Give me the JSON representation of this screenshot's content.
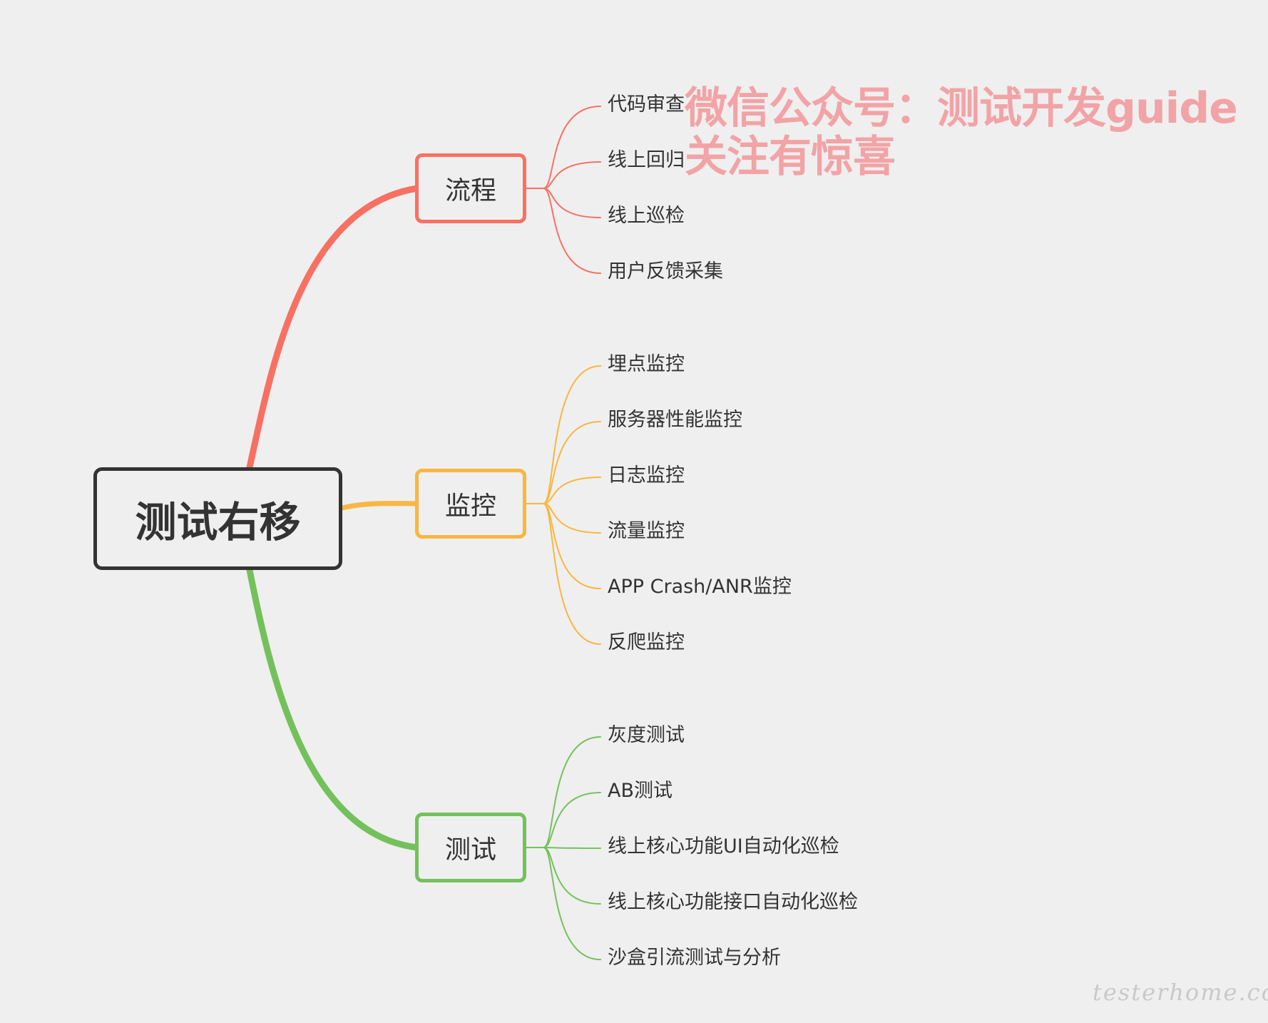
{
  "root": {
    "label": "测试右移",
    "color": "#333333"
  },
  "branches": [
    {
      "label": "流程",
      "color": "#f87062",
      "children": [
        "代码审查",
        "线上回归",
        "线上巡检",
        "用户反馈采集"
      ]
    },
    {
      "label": "监控",
      "color": "#f9b640",
      "children": [
        "埋点监控",
        "服务器性能监控",
        "日志监控",
        "流量监控",
        "APP Crash/ANR监控",
        "反爬监控"
      ]
    },
    {
      "label": "测试",
      "color": "#74c15c",
      "children": [
        "灰度测试",
        "AB测试",
        "线上核心功能UI自动化巡检",
        "线上核心功能接口自动化巡检",
        "沙盒引流测试与分析"
      ]
    }
  ],
  "watermark": {
    "line1": "微信公众号：测试开发guide",
    "line2": "关注有惊喜",
    "color": "#f2a3a6"
  },
  "site_mark": "testerhome.com"
}
